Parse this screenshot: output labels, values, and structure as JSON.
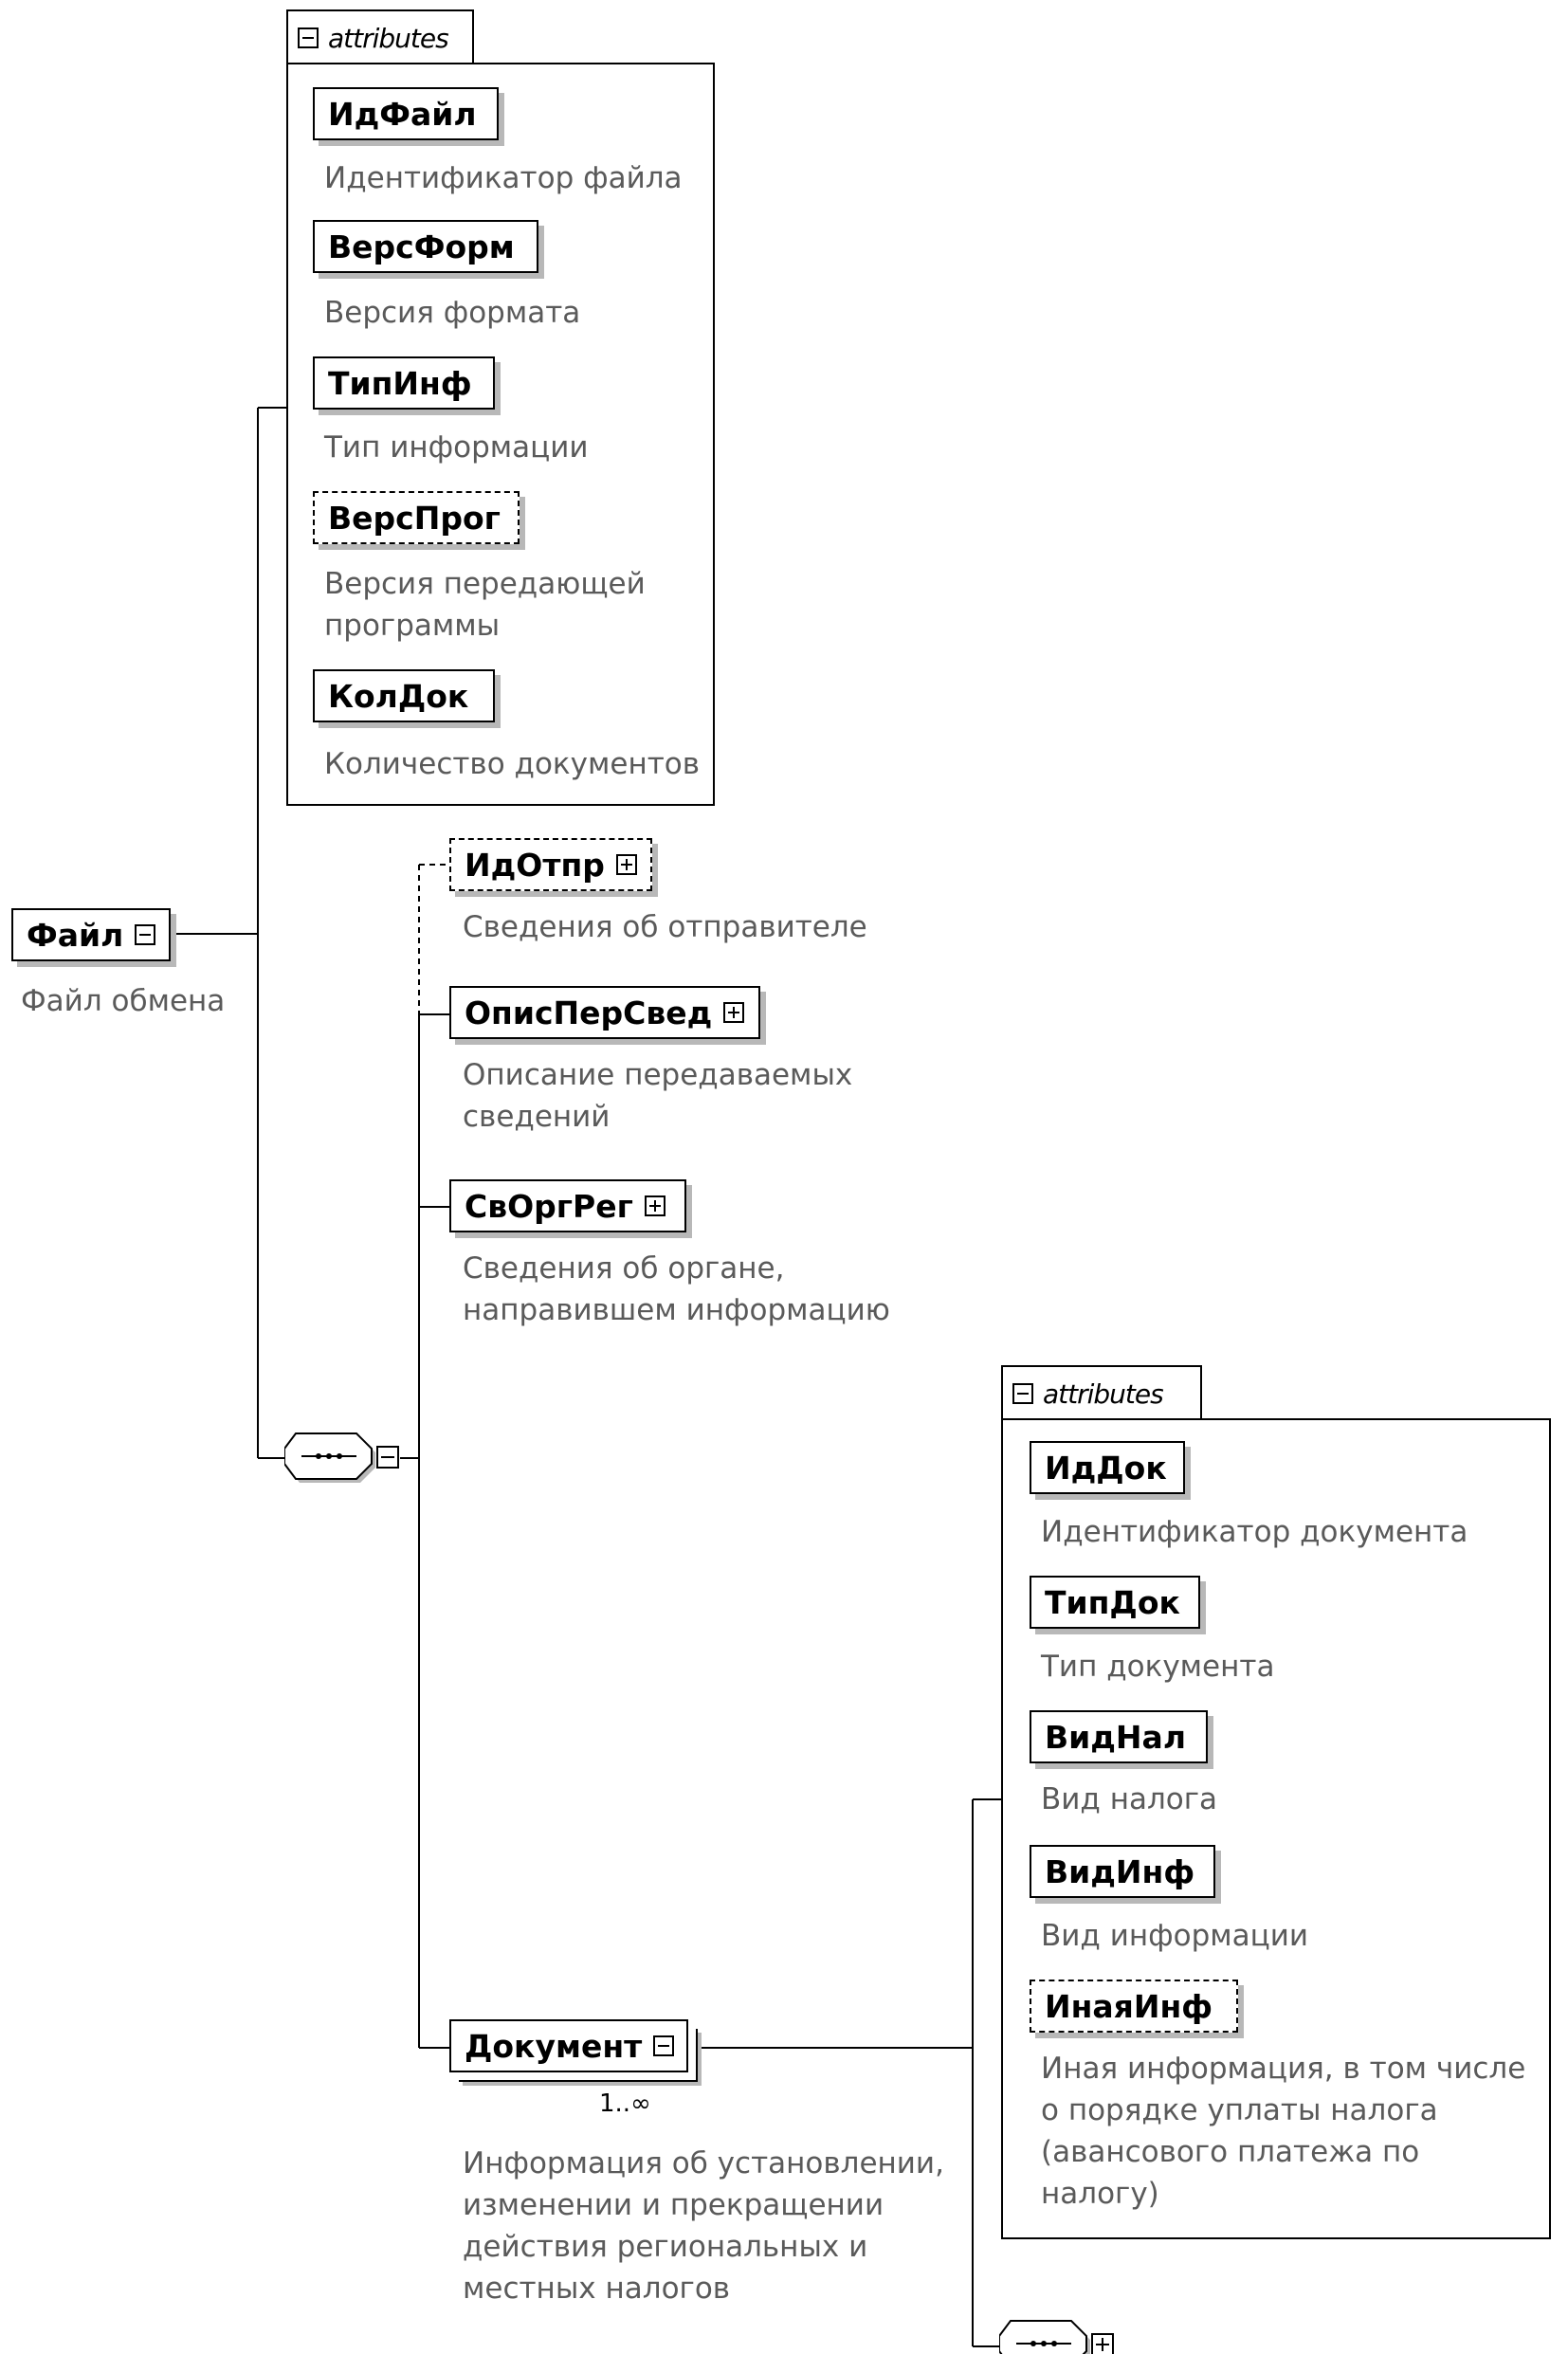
{
  "root": {
    "name": "Файл",
    "description": "Файл обмена"
  },
  "file_attributes": {
    "title": "attributes",
    "items": [
      {
        "name": "ИдФайл",
        "description": [
          "Идентификатор файла"
        ],
        "optional": false
      },
      {
        "name": "ВерсФорм",
        "description": [
          "Версия формата"
        ],
        "optional": false
      },
      {
        "name": "ТипИнф",
        "description": [
          "Тип информации"
        ],
        "optional": false
      },
      {
        "name": "ВерсПрог",
        "description": [
          "Версия передающей",
          "программы"
        ],
        "optional": true
      },
      {
        "name": "КолДок",
        "description": [
          "Количество документов"
        ],
        "optional": false
      }
    ]
  },
  "children": [
    {
      "name": "ИдОтпр",
      "description": [
        "Сведения об отправителе"
      ],
      "optional": true
    },
    {
      "name": "ОписПерСвед",
      "description": [
        "Описание передаваемых",
        "сведений"
      ],
      "optional": false
    },
    {
      "name": "СвОргРег",
      "description": [
        "Сведения об органе,",
        "направившем информацию"
      ],
      "optional": false
    },
    {
      "name": "Документ",
      "description": [
        "Информация об установлении,",
        "изменении и прекращении",
        "действия региональных и",
        "местных налогов"
      ],
      "optional": false,
      "cardinality": "1..∞"
    }
  ],
  "document_attributes": {
    "title": "attributes",
    "items": [
      {
        "name": "ИдДок",
        "description": [
          "Идентификатор документа"
        ],
        "optional": false
      },
      {
        "name": "ТипДок",
        "description": [
          "Тип документа"
        ],
        "optional": false
      },
      {
        "name": "ВидНал",
        "description": [
          "Вид налога"
        ],
        "optional": false
      },
      {
        "name": "ВидИнф",
        "description": [
          "Вид информации"
        ],
        "optional": false
      },
      {
        "name": "ИнаяИнф",
        "description": [
          "Иная информация, в том числе",
          "о порядке уплаты налога",
          "(авансового платежа по",
          "налогу)"
        ],
        "optional": true
      }
    ]
  }
}
